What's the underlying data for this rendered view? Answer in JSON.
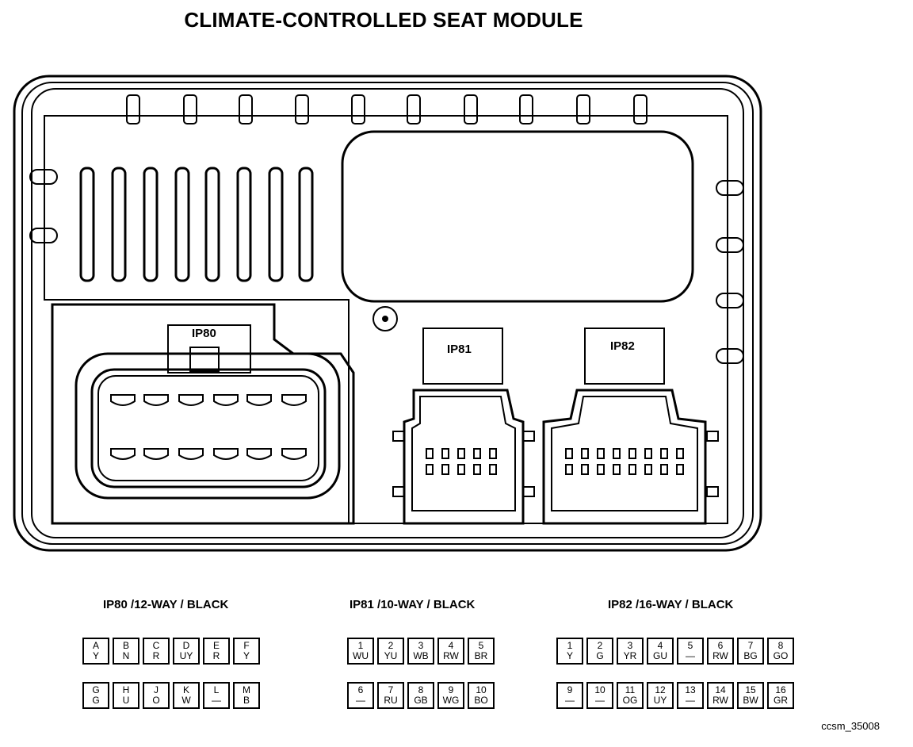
{
  "title": "CLIMATE-CONTROLLED SEAT MODULE",
  "footer_code": "ccsm_35008",
  "connectors": [
    {
      "id": "IP80",
      "label": "IP80",
      "spec": "IP80 /12-WAY / BLACK",
      "rows": [
        [
          {
            "pin": "A",
            "wire": "Y"
          },
          {
            "pin": "B",
            "wire": "N"
          },
          {
            "pin": "C",
            "wire": "R"
          },
          {
            "pin": "D",
            "wire": "UY"
          },
          {
            "pin": "E",
            "wire": "R"
          },
          {
            "pin": "F",
            "wire": "Y"
          }
        ],
        [
          {
            "pin": "G",
            "wire": "G"
          },
          {
            "pin": "H",
            "wire": "U"
          },
          {
            "pin": "J",
            "wire": "O"
          },
          {
            "pin": "K",
            "wire": "W"
          },
          {
            "pin": "L",
            "wire": "—"
          },
          {
            "pin": "M",
            "wire": "B"
          }
        ]
      ]
    },
    {
      "id": "IP81",
      "label": "IP81",
      "spec": "IP81 /10-WAY / BLACK",
      "rows": [
        [
          {
            "pin": "1",
            "wire": "WU"
          },
          {
            "pin": "2",
            "wire": "YU"
          },
          {
            "pin": "3",
            "wire": "WB"
          },
          {
            "pin": "4",
            "wire": "RW"
          },
          {
            "pin": "5",
            "wire": "BR"
          }
        ],
        [
          {
            "pin": "6",
            "wire": "—"
          },
          {
            "pin": "7",
            "wire": "RU"
          },
          {
            "pin": "8",
            "wire": "GB"
          },
          {
            "pin": "9",
            "wire": "WG"
          },
          {
            "pin": "10",
            "wire": "BO"
          }
        ]
      ]
    },
    {
      "id": "IP82",
      "label": "IP82",
      "spec": "IP82 /16-WAY / BLACK",
      "rows": [
        [
          {
            "pin": "1",
            "wire": "Y"
          },
          {
            "pin": "2",
            "wire": "G"
          },
          {
            "pin": "3",
            "wire": "YR"
          },
          {
            "pin": "4",
            "wire": "GU"
          },
          {
            "pin": "5",
            "wire": "—"
          },
          {
            "pin": "6",
            "wire": "RW"
          },
          {
            "pin": "7",
            "wire": "BG"
          },
          {
            "pin": "8",
            "wire": "GO"
          }
        ],
        [
          {
            "pin": "9",
            "wire": "—"
          },
          {
            "pin": "10",
            "wire": "—"
          },
          {
            "pin": "11",
            "wire": "OG"
          },
          {
            "pin": "12",
            "wire": "UY"
          },
          {
            "pin": "13",
            "wire": "—"
          },
          {
            "pin": "14",
            "wire": "RW"
          },
          {
            "pin": "15",
            "wire": "BW"
          },
          {
            "pin": "16",
            "wire": "GR"
          }
        ]
      ]
    }
  ]
}
